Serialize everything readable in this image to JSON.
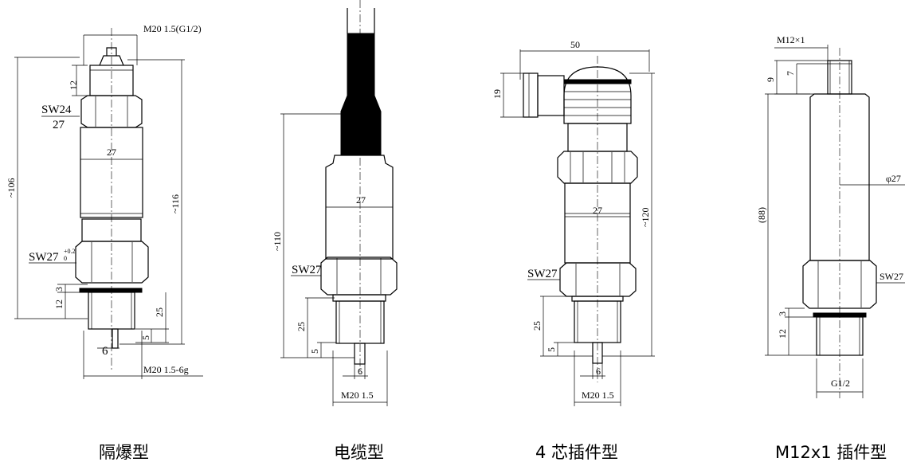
{
  "colors": {
    "line": "#000000",
    "background": "#ffffff"
  },
  "drawings": [
    {
      "caption": "隔爆型",
      "dims": {
        "thread_top": "M20  1.5(G1/2)",
        "h12": "12",
        "sw24": "SW24",
        "sw24_b": "27",
        "d27": "27",
        "l106": "~106",
        "l116": "~116",
        "sw27": "SW27",
        "sw27_tol": "+0.2",
        "sw27_tol0": "0",
        "h3": "3",
        "h12b": "12",
        "h25": "25",
        "h5": "5",
        "w6": "6",
        "thread_bottom": "M20  1.5-6g"
      }
    },
    {
      "caption": "电缆型",
      "dims": {
        "d27": "27",
        "l110": "~110",
        "sw27": "SW27",
        "h25": "25",
        "h5": "5",
        "w6": "6",
        "thread": "M20  1.5"
      }
    },
    {
      "caption": "4 芯插件型",
      "dims": {
        "w50": "50",
        "h19": "19",
        "d27": "27",
        "l120": "~120",
        "sw27": "SW27",
        "h25": "25",
        "h5": "5",
        "w6": "6",
        "thread": "M20  1.5"
      }
    },
    {
      "caption": "M12x1 插件型",
      "dims": {
        "thread_top": "M12×1",
        "h9": "9",
        "h7": "7",
        "l88": "(88)",
        "phi27": "φ27",
        "sw27": "SW27",
        "h3": "3",
        "h12": "12",
        "thread": "G1/2"
      }
    }
  ]
}
